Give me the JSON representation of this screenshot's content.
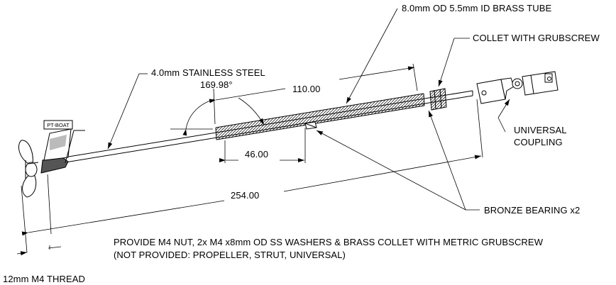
{
  "callouts": {
    "brass_tube": "8.0mm OD 5.5mm ID BRASS TUBE",
    "collet": "COLLET WITH GRUBSCREW",
    "stainless_shaft": "4.0mm STAINLESS STEEL",
    "universal_line1": "UNIVERSAL",
    "universal_line2": "COUPLING",
    "bronze_bearing": "BRONZE BEARING x2",
    "thread": "12mm M4 THREAD",
    "strut_tag": "PT-BOAT"
  },
  "dimensions": {
    "angle": "169.98°",
    "tube_length": "110.00",
    "bearing_offset": "46.00",
    "shaft_length": "254.00"
  },
  "notes": {
    "line1": "PROVIDE M4 NUT, 2x M4 x8mm OD SS WASHERS & BRASS COLLET WITH METRIC GRUBSCREW",
    "line2": "(NOT PROVIDED: PROPELLER, STRUT, UNIVERSAL)"
  }
}
